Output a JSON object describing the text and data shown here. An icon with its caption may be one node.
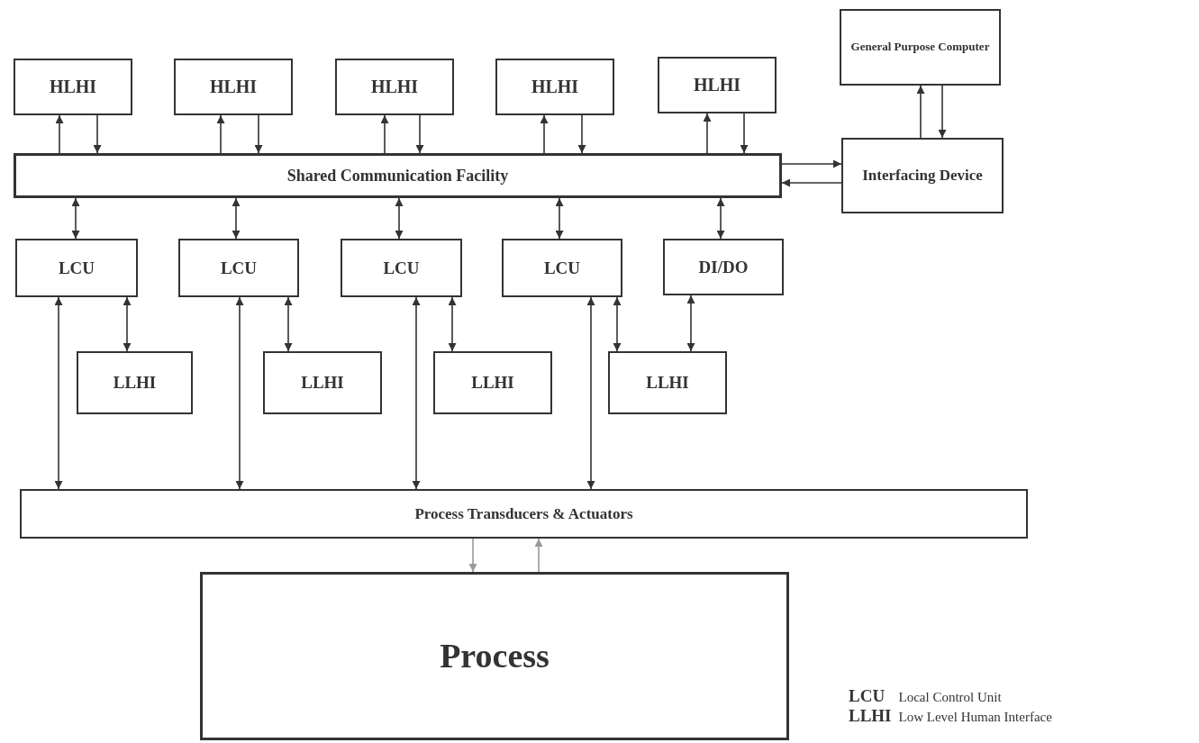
{
  "diagram": {
    "nodes": [
      {
        "text": [
          "HLHI"
        ]
      },
      {
        "text": [
          "HLHI"
        ]
      },
      {
        "text": [
          "HLHI"
        ]
      },
      {
        "text": [
          "HLHI"
        ]
      },
      {
        "text": [
          "HLHI"
        ]
      },
      {
        "text": [
          "General Purpose Computer"
        ]
      },
      {
        "text": [
          "Shared Communication Facility"
        ]
      },
      {
        "text": [
          "Interfacing Device"
        ]
      },
      {
        "text": [
          "LCU"
        ]
      },
      {
        "text": [
          "LCU"
        ]
      },
      {
        "text": [
          "LCU"
        ]
      },
      {
        "text": [
          "LCU"
        ]
      },
      {
        "text": [
          "DI/DO"
        ]
      },
      {
        "text": [
          "LLHI"
        ]
      },
      {
        "text": [
          "LLHI"
        ]
      },
      {
        "text": [
          "LLHI"
        ]
      },
      {
        "text": [
          "LLHI"
        ]
      },
      {
        "text": [
          "Process Transducers & Actuators"
        ]
      },
      {
        "text": [
          "Process"
        ]
      }
    ],
    "edges": [
      {
        "from": 6,
        "to": 0,
        "arrow": "to"
      },
      {
        "from": 0,
        "to": 6,
        "arrow": "to"
      },
      {
        "from": 6,
        "to": 1,
        "arrow": "to"
      },
      {
        "from": 1,
        "to": 6,
        "arrow": "to"
      },
      {
        "from": 6,
        "to": 2,
        "arrow": "to"
      },
      {
        "from": 2,
        "to": 6,
        "arrow": "to"
      },
      {
        "from": 6,
        "to": 3,
        "arrow": "to"
      },
      {
        "from": 3,
        "to": 6,
        "arrow": "to"
      },
      {
        "from": 6,
        "to": 4,
        "arrow": "to"
      },
      {
        "from": 4,
        "to": 6,
        "arrow": "to"
      },
      {
        "from": 6,
        "to": 7,
        "arrow": "to"
      },
      {
        "from": 7,
        "to": 6,
        "arrow": "to"
      },
      {
        "from": 7,
        "to": 5,
        "arrow": "to"
      },
      {
        "from": 5,
        "to": 7,
        "arrow": "to"
      },
      {
        "from": 6,
        "to": 8,
        "arrow": "both"
      },
      {
        "from": 6,
        "to": 9,
        "arrow": "both"
      },
      {
        "from": 6,
        "to": 10,
        "arrow": "both"
      },
      {
        "from": 6,
        "to": 11,
        "arrow": "both"
      },
      {
        "from": 6,
        "to": 12,
        "arrow": "both"
      },
      {
        "from": 8,
        "to": 13,
        "arrow": "both"
      },
      {
        "from": 9,
        "to": 14,
        "arrow": "both"
      },
      {
        "from": 10,
        "to": 15,
        "arrow": "both"
      },
      {
        "from": 11,
        "to": 16,
        "arrow": "both"
      },
      {
        "from": 12,
        "to": 16,
        "arrow": "both"
      },
      {
        "from": 8,
        "to": 17,
        "arrow": "both"
      },
      {
        "from": 9,
        "to": 17,
        "arrow": "both"
      },
      {
        "from": 10,
        "to": 17,
        "arrow": "both"
      },
      {
        "from": 11,
        "to": 17,
        "arrow": "both"
      },
      {
        "from": 17,
        "to": 18,
        "arrow": "to",
        "color": "#9a9a9a"
      },
      {
        "from": 18,
        "to": 17,
        "arrow": "to",
        "color": "#9a9a9a"
      }
    ],
    "labels": [
      "LCU",
      "Local Control Unit",
      "LLHI",
      "Low Level Human Interface"
    ]
  }
}
